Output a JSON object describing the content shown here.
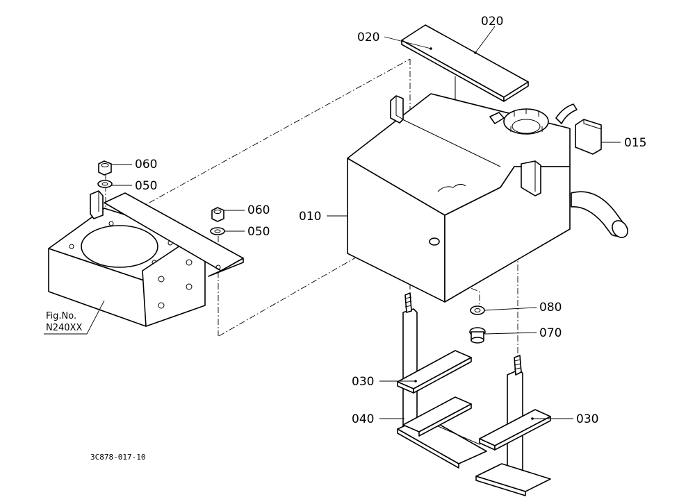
{
  "figure_ref": {
    "line1": "Fig.No.",
    "line2": "N240XX"
  },
  "drawing_code": "3C878-017-10",
  "callouts": {
    "p020a": "020",
    "p020b": "020",
    "p015": "015",
    "p010": "010",
    "p060a": "060",
    "p050a": "050",
    "p060b": "060",
    "p050b": "050",
    "p080": "080",
    "p070": "070",
    "p030a": "030",
    "p040": "040",
    "p030b": "030"
  }
}
